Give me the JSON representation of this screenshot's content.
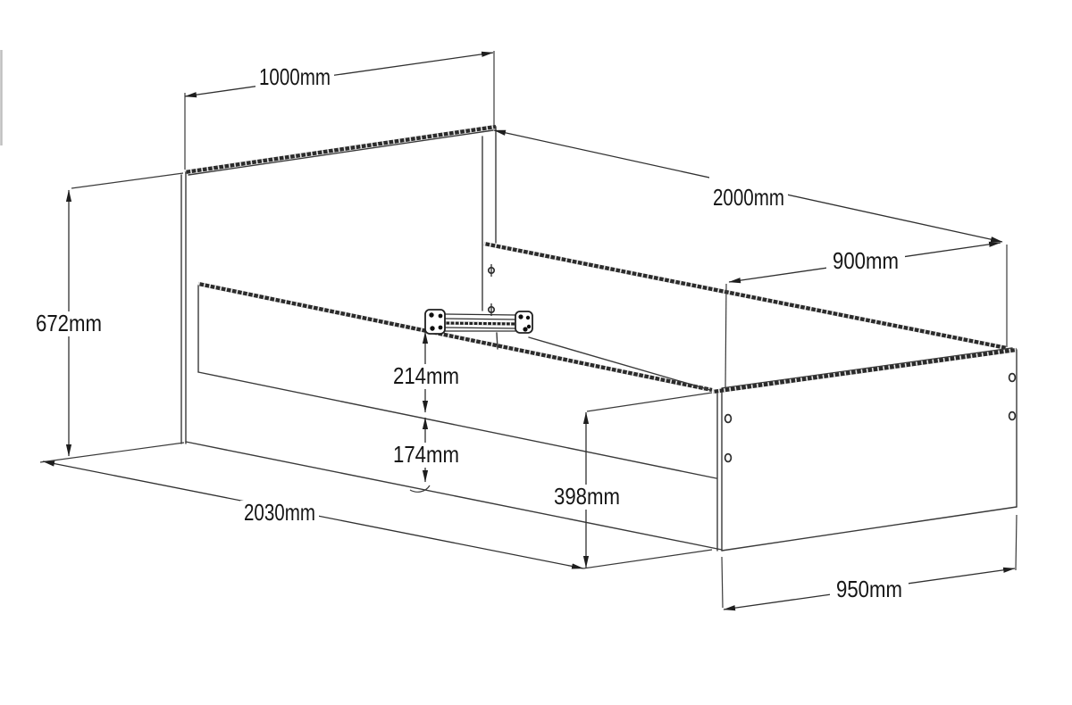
{
  "unit": "mm",
  "background_color": "#ffffff",
  "line_color": "#2b2b2b",
  "dimensions": {
    "headboard_width": {
      "label": "1000mm",
      "value": 1000
    },
    "headboard_height": {
      "label": "672mm",
      "value": 672
    },
    "side_rail_length": {
      "label": "2000mm",
      "value": 2000
    },
    "foot_end_width": {
      "label": "900mm",
      "value": 900
    },
    "side_rail_height": {
      "label": "214mm",
      "value": 214
    },
    "under_rail_clearance": {
      "label": "174mm",
      "value": 174
    },
    "footboard_corner_height": {
      "label": "398mm",
      "value": 398
    },
    "overall_length": {
      "label": "2030mm",
      "value": 2030
    },
    "footboard_length": {
      "label": "950mm",
      "value": 950
    }
  },
  "parts": [
    "headboard",
    "near-side-rail",
    "far-side-rail",
    "footboard",
    "center-support-bracket",
    "floor-outline"
  ]
}
